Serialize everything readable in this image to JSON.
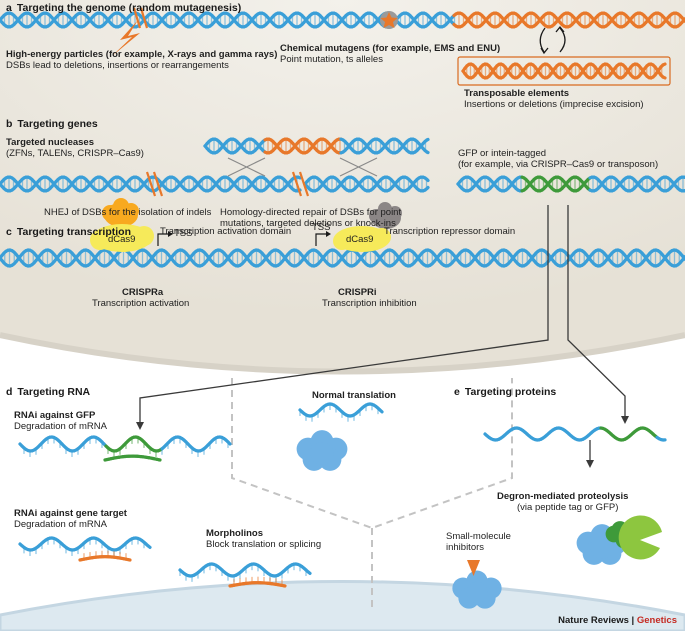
{
  "colors": {
    "dna_blue": "#3a9fd8",
    "dna_dark": "#1d72b0",
    "dna_orange": "#e8782a",
    "dna_green": "#3e9a3a",
    "protein_yellow": "#f6ea5a",
    "protein_orange": "#f8a91f",
    "protein_grey": "#8b8686",
    "protein_blue": "#6fb1e4",
    "cell_background": "#eeebe3",
    "brand_red": "#c42a22"
  },
  "sections": {
    "a": {
      "letter": "a",
      "title": "Targeting the genome (random mutagenesis)",
      "hep_title": "High-energy particles (for example, X-rays and gamma rays)",
      "hep_desc": "DSBs lead to deletions, insertions or rearrangements",
      "chem_title": "Chemical mutagens (for example, EMS and ENU)",
      "chem_desc": "Point mutation, ts alleles",
      "te_title": "Transposable elements",
      "te_desc": "Insertions or deletions (imprecise excision)"
    },
    "b": {
      "letter": "b",
      "title": "Targeting genes",
      "nuc_title": "Targeted nucleases",
      "nuc_desc": "(ZFNs, TALENs, CRISPR–Cas9)",
      "nhej": "NHEJ of DSBs for the isolation of indels",
      "hdr_line1": "Homology-directed repair of DSBs for point",
      "hdr_line2": "mutations, targeted deletions or knock-ins",
      "gfp_line1": "GFP or intein-tagged",
      "gfp_line2": "(for example, via CRISPR–Cas9 or transposon)"
    },
    "c": {
      "letter": "c",
      "title": "Targeting transcription",
      "activation_domain": "Transcription activation domain",
      "repressor_domain": "Transcription repressor domain",
      "dcas9": "dCas9",
      "tss": "TSS",
      "crispra_title": "CRISPRa",
      "crispra_desc": "Transcription activation",
      "crispri_title": "CRISPRi",
      "crispri_desc": "Transcription inhibition"
    },
    "d": {
      "letter": "d",
      "title": "Targeting RNA",
      "rnai_gfp_title": "RNAi against GFP",
      "rnai_gfp_desc": "Degradation of mRNA",
      "normal": "Normal translation",
      "rnai_gene_title": "RNAi against gene target",
      "rnai_gene_desc": "Degradation of mRNA",
      "morph_title": "Morpholinos",
      "morph_desc": "Block translation or splicing"
    },
    "e": {
      "letter": "e",
      "title": "Targeting proteins",
      "degron_title": "Degron-mediated proteolysis",
      "degron_desc": "(via peptide tag or GFP)",
      "small_mol_line1": "Small-molecule",
      "small_mol_line2": "inhibitors"
    }
  },
  "credit": {
    "journal": "Nature Reviews",
    "section": "Genetics"
  }
}
